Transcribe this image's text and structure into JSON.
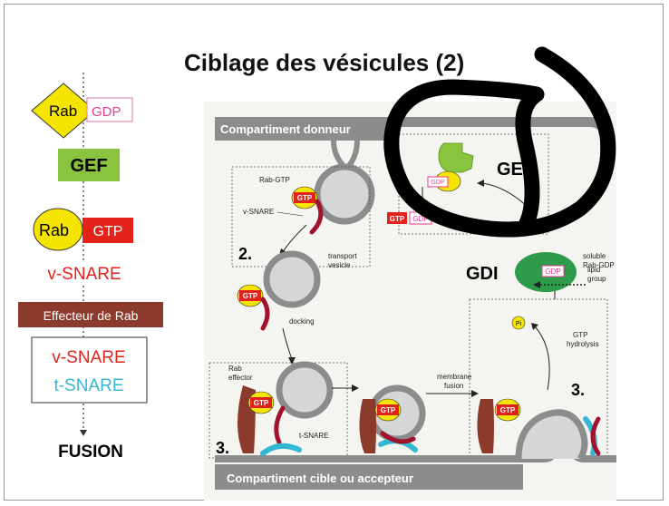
{
  "title": "Ciblage des vésicules (2)",
  "legend": {
    "rab": "Rab",
    "gdp": "GDP",
    "gef": "GEF",
    "rab2": "Rab",
    "gtp": "GTP",
    "vsnare": "v-SNARE",
    "effector": "Effecteur de Rab",
    "box_vsnare": "v-SNARE",
    "box_tsnare": "t-SNARE",
    "fusion": "FUSION"
  },
  "figure": {
    "donor": "Compartiment donneur",
    "target": "Compartiment cible ou accepteur",
    "gef_big": "GEF",
    "gdi_big": "GDI",
    "rab_gtp": "Rab-GTP",
    "v_snare": "v-SNARE",
    "transport_vesicle_1": "transport",
    "transport_vesicle_2": "vesicle",
    "docking": "docking",
    "rab_effector_1": "Rab",
    "rab_effector_2": "effector",
    "t_snare": "t-SNARE",
    "membrane_fusion_1": "membrane",
    "membrane_fusion_2": "fusion",
    "gtp_hydrolysis_1": "GTP",
    "gtp_hydrolysis_2": "hydrolysis",
    "soluble_1": "soluble",
    "soluble_2": "Rab-GDP",
    "lipid_1": "lipid",
    "lipid_2": "group",
    "pi": "Pi",
    "step2": "2.",
    "step3a": "3.",
    "step3b": "3.",
    "gtp": "GTP",
    "gdp": "GDP"
  },
  "colors": {
    "yellow": "#f5e400",
    "red": "#e3221c",
    "green": "#8ac43f",
    "brown": "#8b3a2b",
    "cyan": "#33b8d4",
    "pink": "#e83d8f",
    "membrane": "#8c8c8c"
  }
}
